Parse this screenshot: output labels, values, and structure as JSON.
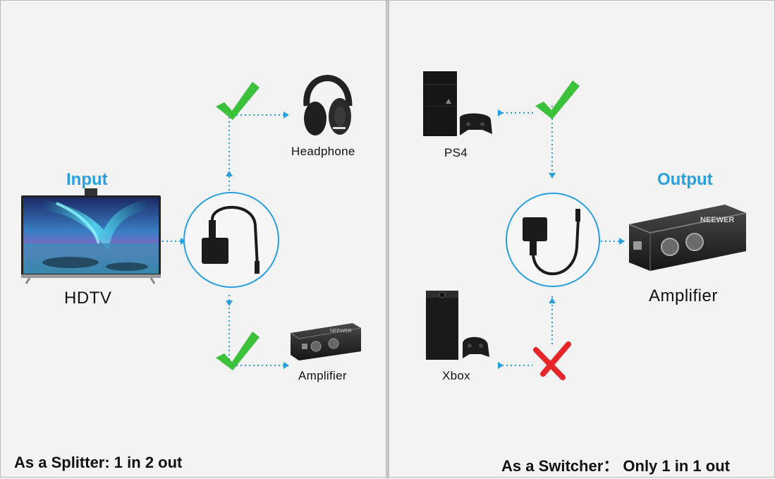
{
  "left_panel": {
    "heading": "Input",
    "source_label": "HDTV",
    "output_top_label": "Headphone",
    "output_bottom_label": "Amplifier",
    "caption": "As a Splitter: 1 in 2 out"
  },
  "right_panel": {
    "heading": "Output",
    "source_top_label": "PS4",
    "source_bottom_label": "Xbox",
    "output_label": "Amplifier",
    "caption": "As a Switcher： Only 1 in 1 out"
  },
  "device_branding": "NEEWER",
  "colors": {
    "accent_blue": "#2a9fe0",
    "check_green": "#3cc13b",
    "cross_red": "#e8262a",
    "panel_bg": "#f3f3f3"
  },
  "icons": [
    "tv-icon",
    "headphone-icon",
    "amplifier-icon",
    "ps4-icon",
    "xbox-icon",
    "splitter-cable-icon",
    "check-icon",
    "cross-icon",
    "arrow-icon"
  ]
}
